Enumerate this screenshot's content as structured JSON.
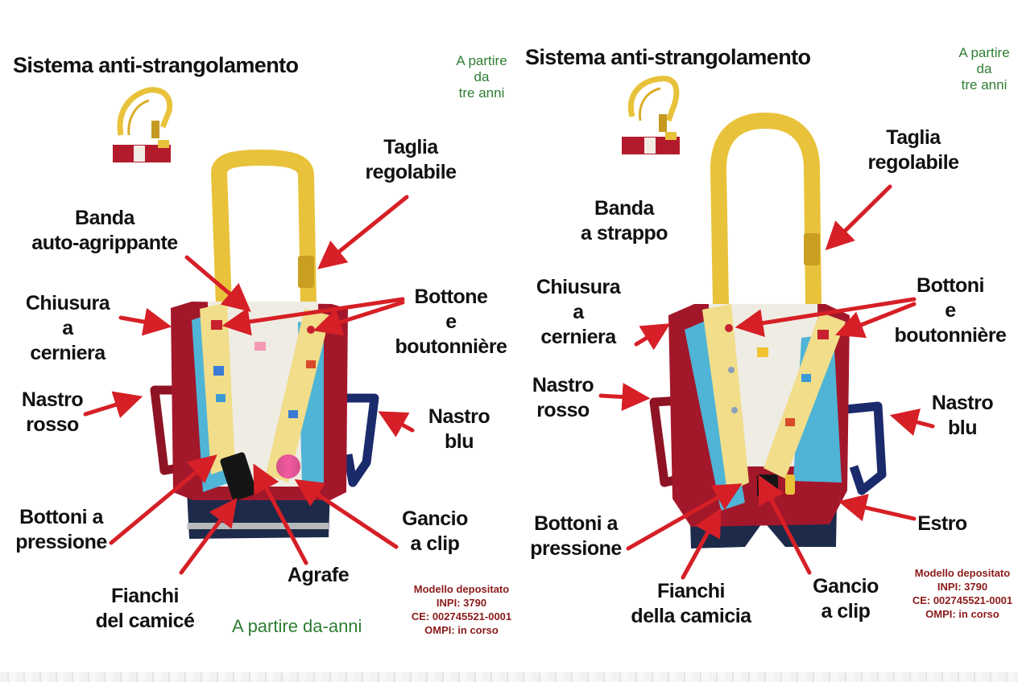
{
  "left": {
    "title": "Sistema anti-strangolamento",
    "age": [
      "A partire",
      "da",
      "tre anni"
    ],
    "labels": {
      "taglia": [
        "Taglia",
        "regolabile"
      ],
      "banda": [
        "Banda",
        "auto-agrippante"
      ],
      "chiusura": [
        "Chiusura",
        "a",
        "cerniera"
      ],
      "bottone": [
        "Bottone",
        "e",
        "boutonnière"
      ],
      "nastro_rosso": [
        "Nastro",
        "rosso"
      ],
      "nastro_blu": [
        "Nastro",
        "blu"
      ],
      "bottoni_pressione": [
        "Bottoni a",
        "pressione"
      ],
      "gancio": [
        "Gancio",
        "a clip"
      ],
      "agrafe": [
        "Agrafe"
      ],
      "fianchi": [
        "Fianchi",
        "del camicé"
      ]
    },
    "bottom_age": "A partire da-anni",
    "deposit": [
      "Modello depositato",
      "INPI: 3790",
      "CE: 002745521-0001",
      "OMPI: in corso"
    ]
  },
  "right": {
    "title": "Sistema anti-strangolamento",
    "age": [
      "A partire",
      "da",
      "tre anni"
    ],
    "labels": {
      "taglia": [
        "Taglia",
        "regolabile"
      ],
      "banda": [
        "Banda",
        "a strappo"
      ],
      "chiusura": [
        "Chiusura",
        "a",
        "cerniera"
      ],
      "bottoni": [
        "Bottoni",
        "e",
        "boutonnière"
      ],
      "nastro_rosso": [
        "Nastro",
        "rosso"
      ],
      "nastro_blu": [
        "Nastro",
        "blu"
      ],
      "bottoni_pressione": [
        "Bottoni a",
        "pressione"
      ],
      "estro": [
        "Estro"
      ],
      "fianchi": [
        "Fianchi",
        "della camicia"
      ],
      "gancio": [
        "Gancio",
        "a clip"
      ]
    },
    "deposit": [
      "Modello depositato",
      "INPI: 3790",
      "CE: 002745521-0001",
      "OMPI: in corso"
    ]
  },
  "colors": {
    "strap_yellow": "#e8c23a",
    "fabric_red": "#a3172a",
    "fabric_white": "#efece4",
    "placket_yellow": "#f1dd8a",
    "fabric_cyan": "#4fb4d6",
    "fabric_navy": "#1d2a4a",
    "ribbon_blue": "#1b2a6b",
    "arrow_red": "#d61f26",
    "green_text": "#2e7d32",
    "deposit_text": "#8b1a1a"
  }
}
